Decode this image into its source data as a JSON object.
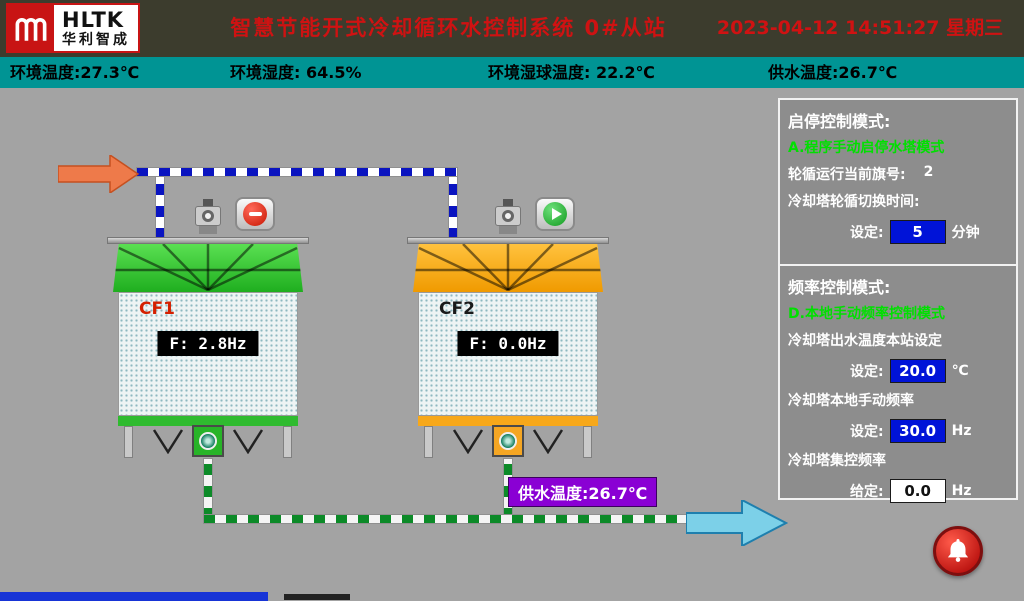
{
  "colors": {
    "header_bg": "#3c3c2d",
    "title_red": "#cf1212",
    "env_bar_teal": "#009494",
    "panel_mode_green": "#00e000",
    "input_blue": "#0013d8",
    "tower1_accent": "#2fbb2f",
    "tower2_accent": "#f7a81a",
    "supply_label_purple": "#8a00d4",
    "alarm_red": "#a80000"
  },
  "header": {
    "logo_text1": "HLTK",
    "logo_text2": "华利智成",
    "title": "智慧节能开式冷却循环水控制系统  0#从站",
    "datetime": "2023-04-12 14:51:27 星期三"
  },
  "env_items": [
    "环境温度:27.3℃",
    "环境湿度: 64.5%",
    "环境湿球温度: 22.2℃",
    "供水温度:26.7℃"
  ],
  "towers": [
    {
      "name": "CF1",
      "freq": "F: 2.8Hz",
      "state": "stopped"
    },
    {
      "name": "CF2",
      "freq": "F: 0.0Hz",
      "state": "running"
    }
  ],
  "supply_pipe_label": "供水温度:26.7℃",
  "panel": {
    "start_stop": {
      "title": "启停控制模式:",
      "mode": "A.程序手动启停水塔模式",
      "flag_label": "轮循运行当前旗号:",
      "flag_value": "2",
      "time_label": "冷却塔轮循切换时间:",
      "set_label": "设定:",
      "set_value": "5",
      "set_unit": "分钟"
    },
    "frequency": {
      "title": "频率控制模式:",
      "mode": "D.本地手动频率控制模式",
      "rows": [
        {
          "desc": "冷却塔出水温度本站设定",
          "label": "设定:",
          "value": "20.0",
          "unit": "℃"
        },
        {
          "desc": "冷却塔本地手动频率",
          "label": "设定:",
          "value": "30.0",
          "unit": "Hz"
        },
        {
          "desc": "冷却塔集控频率",
          "label": "给定:",
          "value": "0.0",
          "unit": "Hz"
        }
      ]
    }
  }
}
